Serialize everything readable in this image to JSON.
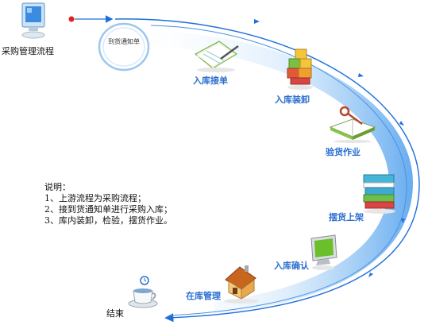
{
  "start_label": "采购管理流程",
  "notice_circle_label": "到货通知单",
  "steps": [
    {
      "label": "入库接单",
      "icon": "notepad-pen-icon"
    },
    {
      "label": "入库装卸",
      "icon": "stacked-boxes-icon"
    },
    {
      "label": "验货作业",
      "icon": "book-key-icon"
    },
    {
      "label": "摆货上架",
      "icon": "stacked-books-icon"
    },
    {
      "label": "入库确认",
      "icon": "monitor-icon"
    },
    {
      "label": "在库管理",
      "icon": "warehouse-house-icon"
    }
  ],
  "end_label": "结束",
  "notes": {
    "title": "说明：",
    "lines": [
      "1、上游流程为采购流程；",
      "2、接到货通知单进行采购入库；",
      "3、库内装卸，检验，摆货作业。"
    ]
  },
  "colors": {
    "arrow": "#1e6fd9",
    "label_blue": "#2b6fcf",
    "start_dot": "#e02020"
  }
}
